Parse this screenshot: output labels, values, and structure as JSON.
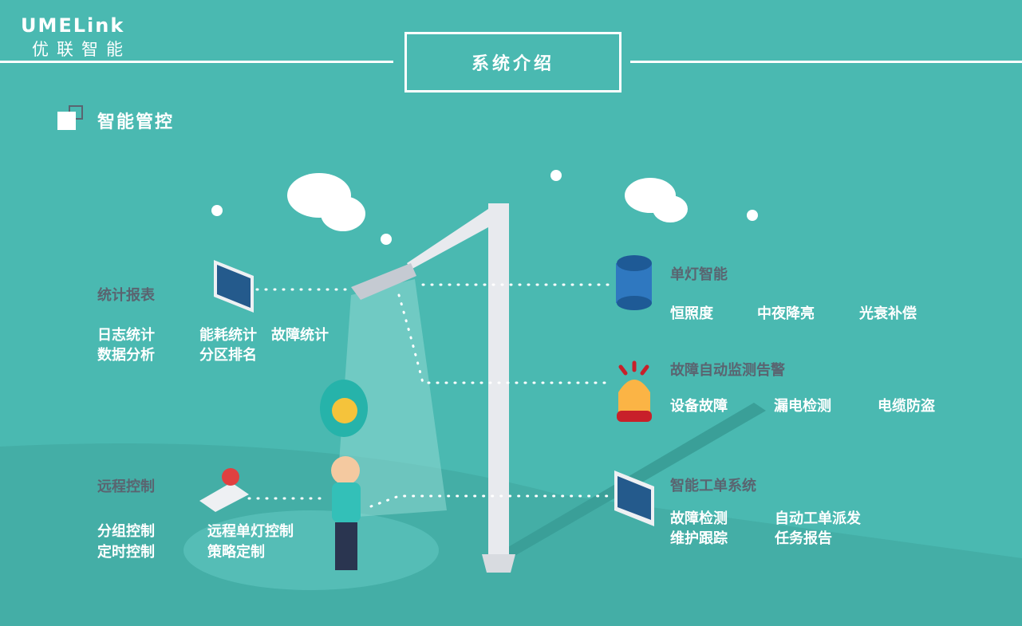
{
  "logo": {
    "en": "UMELink",
    "cn": "优联智能"
  },
  "header": {
    "title": "系统介绍"
  },
  "section": {
    "title": "智能管控"
  },
  "left": [
    {
      "title": "统计报表",
      "items": [
        "日志统计",
        "能耗统计",
        "故障统计",
        "数据分析",
        "分区排名"
      ]
    },
    {
      "title": "远程控制",
      "items": [
        "分组控制",
        "远程单灯控制",
        "定时控制",
        "策略定制"
      ]
    }
  ],
  "right": [
    {
      "title": "单灯智能",
      "items": [
        "恒照度",
        "中夜降亮",
        "光衰补偿"
      ]
    },
    {
      "title": "故障自动监测告警",
      "items": [
        "设备故障",
        "漏电检测",
        "电缆防盗"
      ]
    },
    {
      "title": "智能工单系统",
      "items": [
        "故障检测",
        "自动工单派发",
        "维护跟踪",
        "任务报告"
      ]
    }
  ]
}
